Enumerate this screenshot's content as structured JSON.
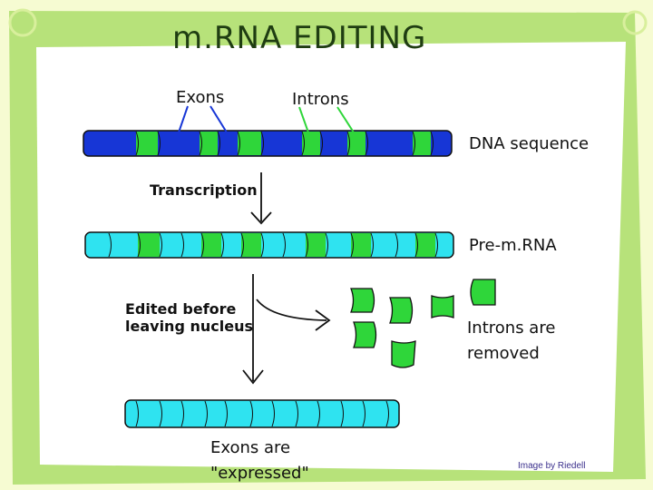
{
  "title": "m.RNA EDITING",
  "labels": {
    "exons": "Exons",
    "introns": "Introns",
    "dna_sequence": "DNA sequence",
    "transcription": "Transcription",
    "pre_mrna": "Pre-m.RNA",
    "edited_line1": "Edited before",
    "edited_line2": "leaving nucleus",
    "introns_removed_line1": "Introns are",
    "introns_removed_line2": "removed",
    "exons_expressed_line1": "Exons are",
    "exons_expressed_line2": "\"expressed\""
  },
  "credit": "Image by Riedell",
  "colors": {
    "background": "#f6fbd2",
    "frame": "#b7e27a",
    "panel": "#ffffff",
    "dna_exon": "#1736d6",
    "intron": "#2fd63a",
    "mrna_exon": "#2fe3f0",
    "outline": "#111111"
  }
}
